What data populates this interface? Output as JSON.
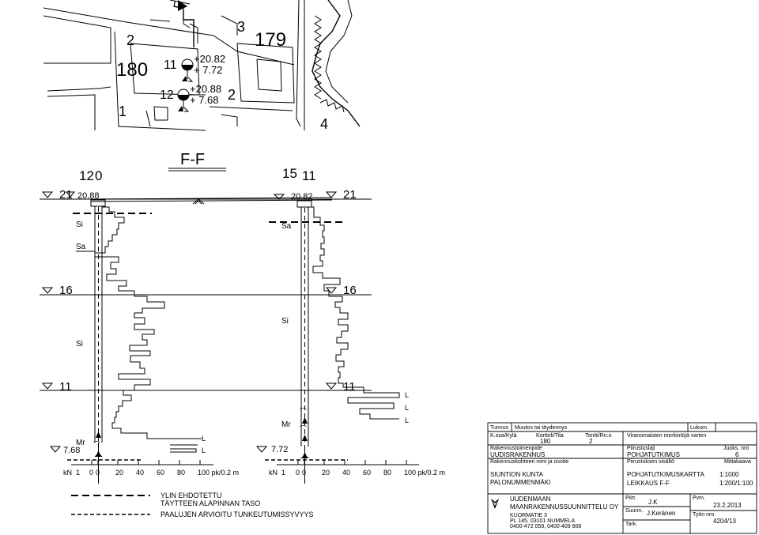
{
  "map": {
    "plots": [
      "180",
      "179"
    ],
    "labels": [
      "2",
      "11",
      "12",
      "1",
      "3",
      "2",
      "4"
    ],
    "points": [
      {
        "id": "11",
        "elev": "+20.82",
        "bottom": "+ 7.72"
      },
      {
        "id": "12",
        "elev": "+20.88",
        "bottom": "+ 7.68"
      }
    ],
    "section_marker": "F"
  },
  "section": {
    "title": "F-F",
    "boreholes": [
      {
        "plot": "12",
        "hole": "0",
        "ground": "20.88",
        "bottom": "7.68"
      },
      {
        "plot": "15",
        "hole": "11",
        "ground": "20.82",
        "bottom": "7.72"
      }
    ],
    "levels": [
      {
        "value": "21",
        "left": "21",
        "right": "21"
      },
      {
        "value": "16",
        "left": "16",
        "right": "16"
      },
      {
        "value": "11",
        "left": "11",
        "right": "11"
      }
    ],
    "soils_left": [
      "Si",
      "Sa",
      "Si",
      "Mr"
    ],
    "soils_right": [
      "Sa",
      "Si",
      "Mr"
    ],
    "scale_left": {
      "unit": "kN",
      "k1": "1",
      "ticks": [
        "0",
        "0",
        "20",
        "40",
        "60",
        "80",
        "100 pk/0.2 m"
      ]
    },
    "scale_right": {
      "unit": "kN",
      "k1": "1",
      "ticks": [
        "0",
        "0",
        "20",
        "40",
        "60",
        "80",
        "100 pk/0.2 m"
      ]
    },
    "L": "L"
  },
  "legend": [
    {
      "text_1": "YLIN EHDOTETTU",
      "text_2": "TÄYTTEEN ALAPINNAN TASO"
    },
    {
      "text_1": "PAALUJEN ARVIOITU TUNKEUTUMISSYVYYS"
    }
  ],
  "titleblock": {
    "row0": {
      "tunnus": "Tunnus",
      "muutos": "Muutos tai täydennys",
      "lukum": "Lukum."
    },
    "row1": {
      "kosa_label": "K.osa/Kylä",
      "kortteli_label": "Kortteli/Tila",
      "kortteli": "180",
      "tontti_label": "Tontti/Rn:o",
      "tontti": "2",
      "viran": "Viranomaisten merkintöjä varten"
    },
    "row2": {
      "toimenpide_label": "Rakennustoimenpide",
      "toimenpide": "UUDISRAKENNUS",
      "laji_label": "Piirustuslaji",
      "laji": "POHJATUTKIMUS",
      "juoks_label": "Juoks. nro",
      "juoks": "6"
    },
    "row3": {
      "kohde_label": "Rakennuskohteen nimi ja osoite",
      "kohde_1": "SIUNTION KUNTA",
      "kohde_2": "PALONUMMENMÄKI",
      "sisalto_label": "Piirustuksen sisältö",
      "mitta_label": "Mittakaava",
      "sisalto_1": "POHJATUTKIMUSKARTTA",
      "mitta_1": "1:1000",
      "sisalto_2": "LEIKKAUS F-F",
      "mitta_2": "1:200/1:100"
    },
    "row4": {
      "company_1": "UUDENMAAN",
      "company_2": "MAANRAKENNUSSUUNNITTELU OY",
      "addr_1": "KUORMATIE 3",
      "addr_2": "PL 145, 03101 NUMMELA",
      "addr_3": "0400-472 059, 0400-409 808",
      "piirt_label": "Piirt.",
      "piirt": "J.K",
      "suunn_label": "Suunn.",
      "suunn": "J.Keränen",
      "tark_label": "Tark.",
      "pvm_label": "Pvm.",
      "pvm": "23.2.2013",
      "tyo_label": "Työn nro",
      "tyo": "4204/13"
    }
  }
}
